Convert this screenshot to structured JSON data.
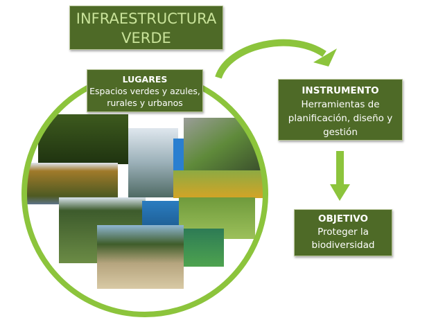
{
  "title": {
    "line1": "INFRAESTRUCTURA",
    "line2": "VERDE"
  },
  "lugares": {
    "heading": "LUGARES",
    "line1": "Espacios verdes y azules,",
    "line2": "rurales y urbanos"
  },
  "instrumento": {
    "heading": "INSTRUMENTO",
    "line1": "Herramientas de",
    "line2": "planificación, diseño y",
    "line3": "gestión"
  },
  "objetivo": {
    "heading": "OBJETIVO",
    "line1": "Proteger la",
    "line2": "biodiversidad"
  },
  "colors": {
    "box": "#4e6a27",
    "ring": "#8cc43c",
    "title_text": "#c9e39a"
  }
}
